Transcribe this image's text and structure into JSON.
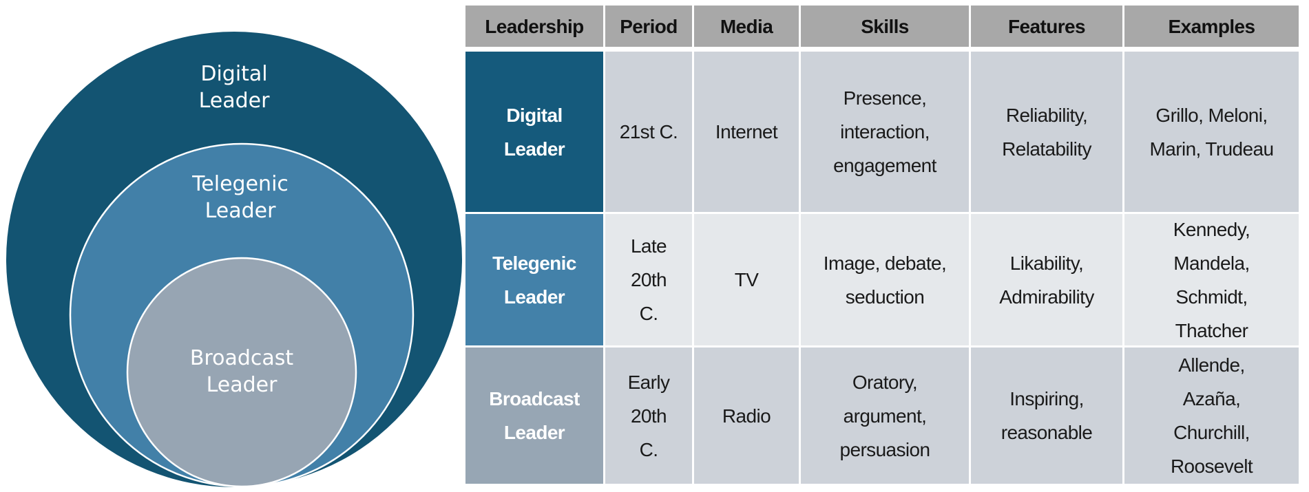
{
  "colors": {
    "digital": "#135472",
    "telegenic": "#4280a8",
    "broadcast": "#97a5b3",
    "header": "#a8a8a8"
  },
  "diagram": {
    "digital": {
      "line1": "Digital",
      "line2": "Leader"
    },
    "telegenic": {
      "line1": "Telegenic",
      "line2": "Leader"
    },
    "broadcast": {
      "line1": "Broadcast",
      "line2": "Leader"
    }
  },
  "table": {
    "headers": [
      "Leadership",
      "Period",
      "Media",
      "Skills",
      "Features",
      "Examples"
    ],
    "rows": [
      {
        "leadership": [
          "Digital",
          "Leader"
        ],
        "period": [
          "21st C."
        ],
        "media": "Internet",
        "skills": [
          "Presence,",
          "interaction,",
          "engagement"
        ],
        "features": [
          "Reliability,",
          "Relatability"
        ],
        "examples": [
          "Grillo, Meloni,",
          "Marin, Trudeau"
        ]
      },
      {
        "leadership": [
          "Telegenic",
          "Leader"
        ],
        "period": [
          "Late",
          "20th",
          "C."
        ],
        "media": "TV",
        "skills": [
          "Image, debate,",
          "seduction"
        ],
        "features": [
          "Likability,",
          "Admirability"
        ],
        "examples": [
          "Kennedy,",
          "Mandela,",
          "Schmidt,",
          "Thatcher"
        ]
      },
      {
        "leadership": [
          "Broadcast",
          "Leader"
        ],
        "period": [
          "Early",
          "20th",
          "C."
        ],
        "media": "Radio",
        "skills": [
          "Oratory,",
          "argument,",
          "persuasion"
        ],
        "features": [
          "Inspiring,",
          "reasonable"
        ],
        "examples": [
          "Allende,",
          "Azaña,",
          "Churchill,",
          "Roosevelt"
        ]
      }
    ]
  }
}
